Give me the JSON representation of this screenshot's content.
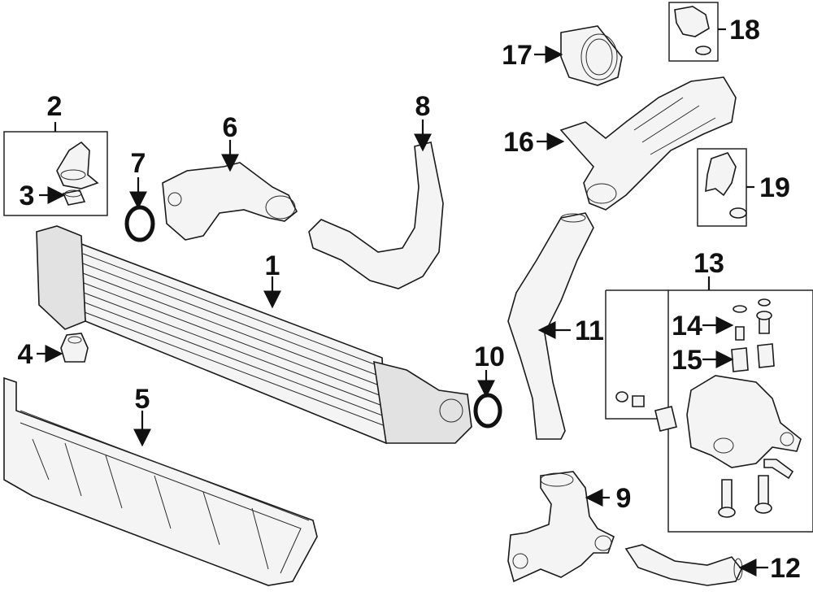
{
  "callouts": {
    "c1": "1",
    "c2": "2",
    "c3": "3",
    "c4": "4",
    "c5": "5",
    "c6": "6",
    "c7": "7",
    "c8": "8",
    "c9": "9",
    "c10": "10",
    "c11": "11",
    "c12": "12",
    "c13": "13",
    "c14": "14",
    "c15": "15",
    "c16": "16",
    "c17": "17",
    "c18": "18",
    "c19": "19"
  },
  "colors": {
    "line": "#111111",
    "part_fill": "#f4f4f4",
    "background": "#ffffff"
  }
}
